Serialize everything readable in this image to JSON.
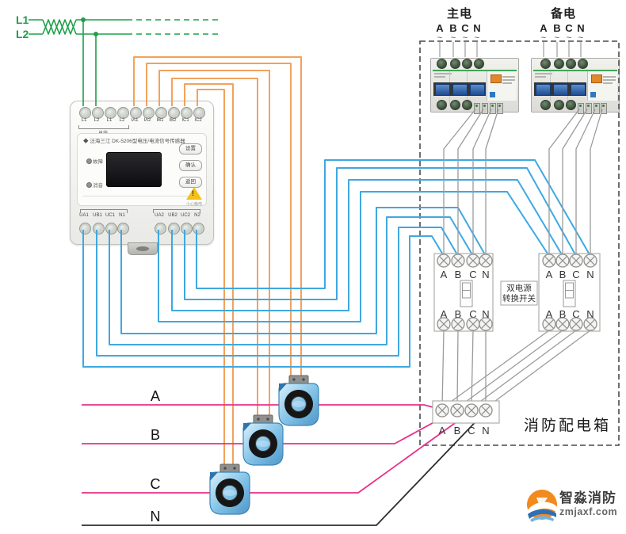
{
  "supply": {
    "l1": "L1",
    "l2": "L2"
  },
  "device": {
    "brand_icon": "◆",
    "brand": "泛海三江",
    "model": "DK-5206型电压/电流信号传感器",
    "top_terminals": [
      "L1",
      "L2",
      "L1",
      "L2",
      "IA1",
      "IA2",
      "IB1",
      "IB2",
      "IC1",
      "IC2"
    ],
    "bus_label": "总线",
    "leds": [
      {
        "label": "故障"
      },
      {
        "label": "消音"
      }
    ],
    "buttons": [
      "设置",
      "确认",
      "返回"
    ],
    "warning_mark": "!",
    "warning_text": "小心触电",
    "bottom_terminals": [
      "UA1",
      "UB1",
      "UC1",
      "N1",
      "UA2",
      "UB2",
      "UC2",
      "N2"
    ]
  },
  "distribution": {
    "main_label": "主电",
    "backup_label": "备电",
    "phases": [
      "A",
      "B",
      "C",
      "N"
    ],
    "tilde": "~",
    "ats_line1": "双电源",
    "ats_line2": "转换开关",
    "box_label": "消防配电箱"
  },
  "feeders": [
    "A",
    "B",
    "C",
    "N"
  ],
  "logo": {
    "name": "智淼消防",
    "site": "zmjaxf.com"
  },
  "colors": {
    "green": "#1ea04a",
    "orange": "#f2a25e",
    "blue": "#3fa8e0",
    "pink": "#e8308a",
    "black": "#2e2e2e",
    "gray": "#9b9b9b",
    "border": "#4a4a4a"
  }
}
